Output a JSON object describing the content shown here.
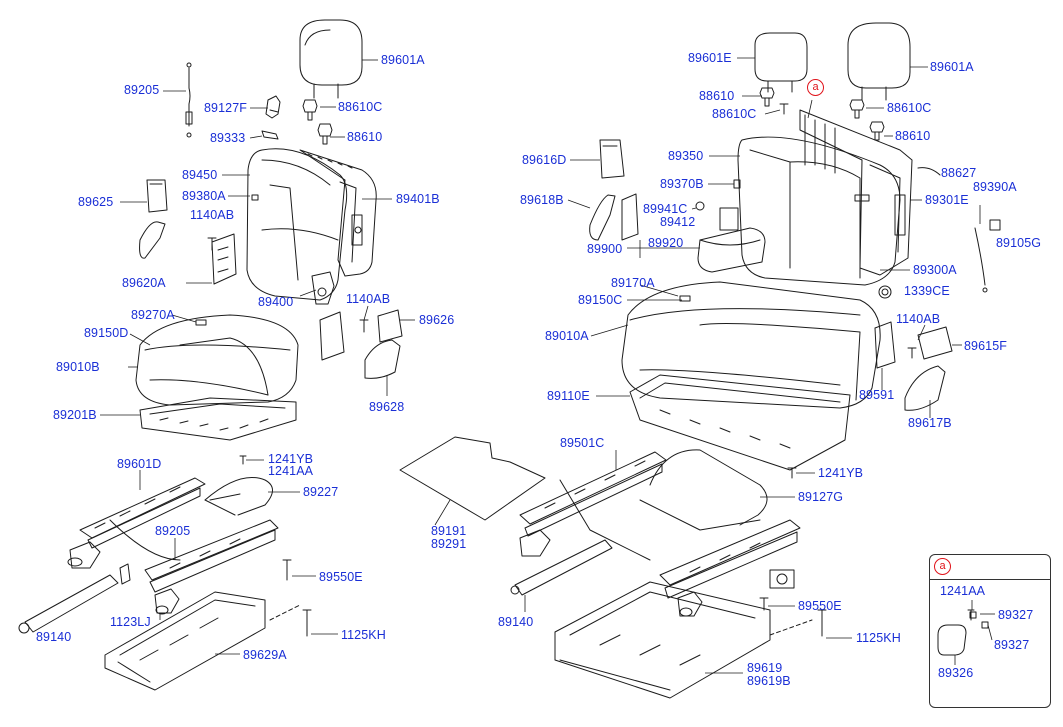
{
  "ref_marker": "a",
  "colors": {
    "label": "#1a2fd6",
    "line": "#1c1c1c",
    "marker": "#e0141b"
  },
  "left_assembly": {
    "labels": [
      "89205",
      "89127F",
      "89601A",
      "88610C",
      "89333",
      "88610",
      "89450",
      "89380A",
      "89401B",
      "89625",
      "1140AB",
      "89620A",
      "89400",
      "1140AB",
      "89626",
      "89270A",
      "89150D",
      "89010B",
      "89628",
      "89201B",
      "1241YB",
      "1241AA",
      "89601D",
      "89227",
      "89205",
      "89550E",
      "1123LJ",
      "89140",
      "1125KH",
      "89629A"
    ]
  },
  "center": {
    "labels": [
      "89191",
      "89291"
    ]
  },
  "right_assembly": {
    "labels": [
      "89601E",
      "89601A",
      "88610",
      "88610C",
      "88610C",
      "88610",
      "89350",
      "88627",
      "89616D",
      "89370B",
      "89390A",
      "89301E",
      "89618B",
      "89941C",
      "89412",
      "89105G",
      "89900",
      "89920",
      "89300A",
      "89170A",
      "1339CE",
      "89150C",
      "89010A",
      "1140AB",
      "89615F",
      "89591",
      "89110E",
      "89617B",
      "89501C",
      "1241YB",
      "89127G",
      "89140",
      "89550E",
      "1125KH",
      "89619",
      "89619B"
    ]
  },
  "inset": {
    "header": "a",
    "labels": [
      "1241AA",
      "89327",
      "89327",
      "89326"
    ]
  }
}
